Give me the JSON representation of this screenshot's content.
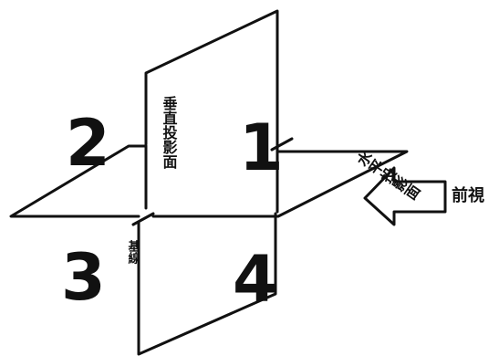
{
  "quadrants": {
    "q1": "1",
    "q2": "2",
    "q3": "3",
    "q4": "4"
  },
  "labels": {
    "vertical_plane": "垂直投影面",
    "horizontal_plane": "水平投影面",
    "ground_line": "基線",
    "front_view": "前視"
  }
}
